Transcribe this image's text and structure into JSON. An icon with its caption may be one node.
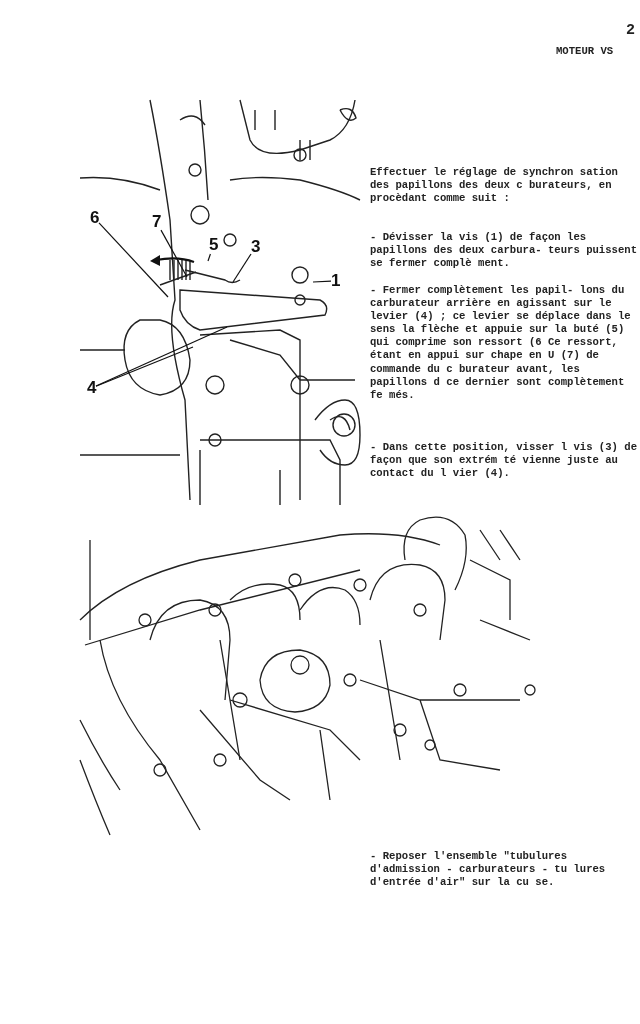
{
  "diagram": {
    "nodes": [
      {
        "text": [
          "6"
        ]
      },
      {
        "text": [
          "7"
        ]
      },
      {
        "text": [
          "5"
        ]
      },
      {
        "text": [
          "3"
        ]
      },
      {
        "text": [
          "1"
        ]
      },
      {
        "text": [
          "4"
        ]
      }
    ],
    "edges": [
      {
        "from": 0,
        "to": null,
        "arrow": "none"
      },
      {
        "from": 1,
        "to": null,
        "arrow": "none"
      },
      {
        "from": 2,
        "to": null,
        "arrow": "none"
      },
      {
        "from": 3,
        "to": null,
        "arrow": "none"
      },
      {
        "from": 4,
        "to": null,
        "arrow": "none"
      },
      {
        "from": 5,
        "to": null,
        "arrow": "none"
      },
      {
        "from": 5,
        "to": null,
        "arrow": "none"
      }
    ],
    "labels": [
      "2",
      "MOTEUR VS",
      "Effectuer le réglage de synchron sation des papillons des deux c burateurs, en procèdant comme suit :",
      "- Dévisser la vis (1) de façon les papillons des deux carbura- teurs puissent se fermer complè ment.",
      "- Fermer complètement les papil- lons du carburateur arrière en agissant sur le levier (4) ; ce levier se déplace dans le sens la flèche et appuie sur la buté (5) qui comprime son ressort (6 Ce ressort, étant en appui sur chape en U (7) de commande du c burateur avant, les papillons d ce dernier sont complètement fe més.",
      "- Dans cette position, visser l vis (3) de façon que son extrém té vienne juste au contact du l vier (4).",
      "- Reposer l'ensemble \"tubulures d'admission - carburateurs - tu lures d'entrée d'air\" sur la cu se."
    ]
  }
}
